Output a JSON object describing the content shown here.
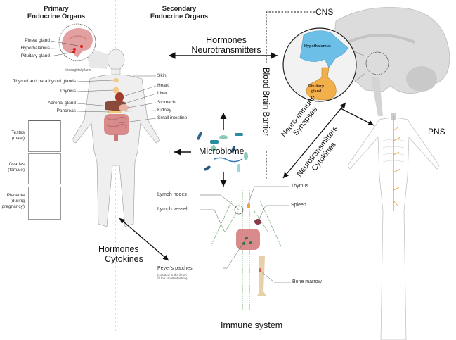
{
  "headers": {
    "primary": [
      "Primary",
      "Endocrine Organs"
    ],
    "secondary": [
      "Secondary",
      "Endocrine Organs"
    ]
  },
  "brain_inset": {
    "labels": [
      "Pineal gland",
      "Hypothalamus",
      "Pituitary gland"
    ],
    "caption": "Midsagittal plane"
  },
  "body_left_labels": [
    "Thyroid and parathyroid glands",
    "Thymus",
    "Adrenal gland",
    "Pancreas"
  ],
  "body_right_labels": [
    "Skin",
    "Heart",
    "Liver",
    "Stomach",
    "Kidney",
    "Small intestine"
  ],
  "gonads": [
    {
      "label": [
        "Testes",
        "(male)"
      ]
    },
    {
      "label": [
        "Ovaries",
        "(female)"
      ]
    },
    {
      "label": [
        "Placenta",
        "(during",
        "pregnancy)"
      ]
    }
  ],
  "arrows": {
    "endocrine_cns": [
      "Hormones",
      "Neurotransmitters"
    ],
    "endocrine_immune": [
      "Hormones",
      "Cytokines"
    ],
    "cns_immune_left": [
      "Neuro-immune",
      "Synapses"
    ],
    "cns_immune_right": [
      "Neurotransmitters",
      "Cytokines"
    ]
  },
  "cns": {
    "label": "CNS",
    "hypothalamus": "Hypothalamus",
    "pituitary": [
      "Pituitary",
      "gland"
    ]
  },
  "pns": {
    "label": "PNS"
  },
  "bbb": {
    "label": "Blood Brain Barrier"
  },
  "microbiome": {
    "label": "Microbiome"
  },
  "immune": {
    "title": "Immune system",
    "left_labels": [
      "Lymph nodes",
      "Lymph vessel"
    ],
    "right_labels": [
      "Thymus",
      "Spleen",
      "Bone marrow"
    ],
    "peyers": "Peyer's patches",
    "peyers_note": [
      "(Located in the ileum",
      "of the small intestine)"
    ]
  },
  "colors": {
    "hypothalamus": "#6cbfe6",
    "pituitary": "#f2b04a",
    "nerve": "#f29a1a",
    "organ_pink": "#d98a8a",
    "lymph": "#6aa86a"
  }
}
